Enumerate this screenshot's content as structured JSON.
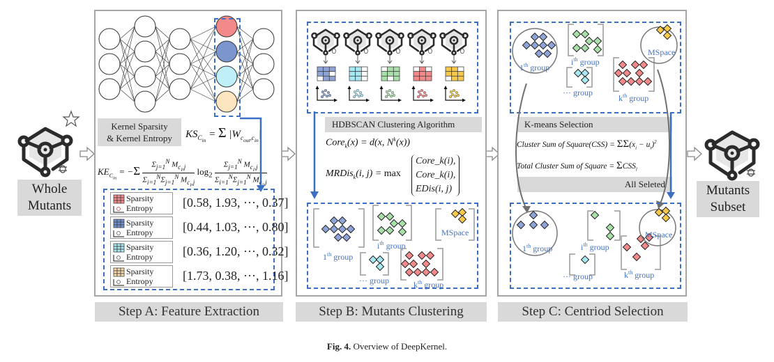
{
  "figure": {
    "caption_prefix": "Fig. 4.",
    "caption_text": "Overview of DeepKernel."
  },
  "input": {
    "label_line1": "Whole",
    "label_line2": "Mutants"
  },
  "output": {
    "label_line1": "Mutants",
    "label_line2": "Subset"
  },
  "steps": [
    {
      "label": "Step A:  Feature Extraction"
    },
    {
      "label": "Step B:  Mutants Clustering"
    },
    {
      "label": "Step C:  Centriod Selection"
    }
  ],
  "step_a": {
    "box_title_line1": "Kernel Sparsity",
    "box_title_line2": "& Kernel Entropy",
    "ks_formula": "KS_Cin = Σ_{Cout=1}^{Cout} |W_{cout,cin}|",
    "ke_formula": "KE_Cin = −Σ_{i=1}^{N} (Σ_{j=1}^{N} M_{ci,j} / Σ_{i=1}^{N} Σ_{j=1}^{N} M_{ci,j}) log2 (Σ_{j=1}^{N} M_{ci,j} / Σ_{i=1}^{N} Σ_{j=1}^{N} M_{ci,j})",
    "kernel_colors": [
      "#f4898a",
      "#7b96cf",
      "#bff0f8",
      "#fde6bf"
    ],
    "features": [
      {
        "sparsity": "Sparsity",
        "entropy": "Entropy",
        "vector": "[0.58, 1.93, ···, 0.37]",
        "color": "#f4898a"
      },
      {
        "sparsity": "Sparsity",
        "entropy": "Entropy",
        "vector": "[0.44, 1.03, ···, 0.80]",
        "color": "#6f8fd0"
      },
      {
        "sparsity": "Sparsity",
        "entropy": "Entropy",
        "vector": "[0.36, 1.20, ···, 0.32]",
        "color": "#a8e8f2"
      },
      {
        "sparsity": "Sparsity",
        "entropy": "Entropy",
        "vector": "[1.73, 0.38, ···, 1.16]",
        "color": "#f8dba8"
      }
    ]
  },
  "step_b": {
    "algorithm_title": "HDBSCAN Clustering Algorithm",
    "core_formula": "Core_k(x) = d(x, N^k(x))",
    "mrdis_lhs": "MRDis_k(i, j) = max",
    "mrdis_cases": [
      "Core_k(i),",
      "Core_k(i),",
      "EDis(i, j)"
    ],
    "mutant_colors": [
      "#8ea4d8",
      "#a8e8f2",
      "#a9e0a9",
      "#f4898a",
      "#f6c94a"
    ],
    "groups": [
      {
        "ordinal": "1",
        "suffix": "th",
        "name": "group",
        "color": "#8ea4d8"
      },
      {
        "ordinal": "i",
        "suffix": "th",
        "name": "group",
        "color": "#a9e0a9"
      },
      {
        "ordinal": "···",
        "suffix": "",
        "name": "group",
        "color": "#a8e8f2"
      },
      {
        "ordinal": "k",
        "suffix": "th",
        "name": "group",
        "color": "#f4898a"
      },
      {
        "ordinal": "",
        "suffix": "",
        "name": "MSpace",
        "color": "#f6c94a"
      }
    ]
  },
  "step_c": {
    "selection_title": "K-means  Selection",
    "css_formula": "Cluster Sum of Square(CSS) = Σ_{j=0}^{m} Σ_{i=1}^{n} (x_i − u_i)^2",
    "total_formula": "Total Cluster Sum of Square = Σ_{l=1}^{k} CSS_l",
    "all_selected": "All Seleted"
  },
  "colors": {
    "accent_blue": "#3a6fc4",
    "label_blue": "#4472c4",
    "panel_border": "#a6a6a6",
    "gray_fill": "#d9d9d9"
  }
}
